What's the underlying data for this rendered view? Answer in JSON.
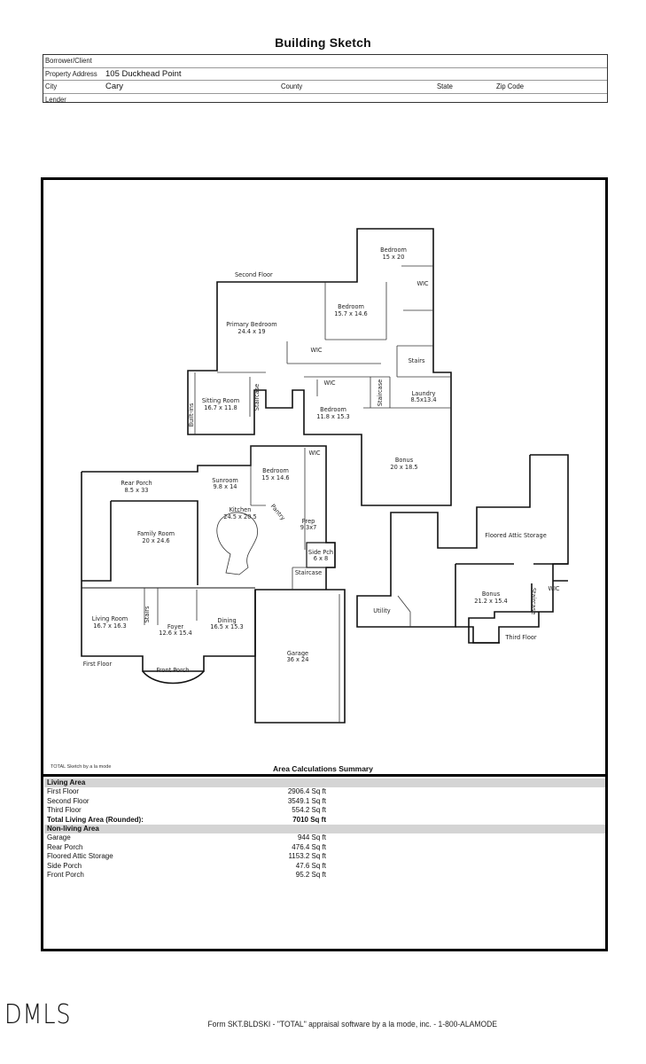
{
  "page": {
    "title": "Building Sketch"
  },
  "header": {
    "borrower_label": "Borrower/Client",
    "borrower_value": "",
    "address_label": "Property Address",
    "address_value": "105 Duckhead Point",
    "city_label": "City",
    "city_value": "Cary",
    "county_label": "County",
    "state_label": "State",
    "zip_label": "Zip Code",
    "lender_label": "Lender"
  },
  "sketch": {
    "floor_labels": {
      "first": "First Floor",
      "second": "Second Floor",
      "third": "Third Floor"
    },
    "rooms": {
      "bedroom_ne": [
        "Bedroom",
        "15 x 20"
      ],
      "wic_ne": [
        "WIC"
      ],
      "bedroom_mid": [
        "Bedroom",
        "15.7 x 14.6"
      ],
      "primary_bedroom": [
        "Primary Bedroom",
        "24.4 x 19"
      ],
      "wic_primary": [
        "WIC"
      ],
      "stairs_2f": [
        "Stairs"
      ],
      "wic_2f": [
        "WIC"
      ],
      "staircase_2f_a": [
        "Staircase"
      ],
      "staircase_2f_b": [
        "Staircase"
      ],
      "laundry": [
        "Laundry",
        "8.5x13.4"
      ],
      "sitting_room": [
        "Sitting Room",
        "16.7 x 11.8"
      ],
      "built_ins": [
        "Built-ins"
      ],
      "bedroom_2f": [
        "Bedroom",
        "11.8 x 15.3"
      ],
      "bonus_2f": [
        "Bonus",
        "20 x 18.5"
      ],
      "rear_porch": [
        "Rear Porch",
        "8.5 x 33"
      ],
      "sunroom": [
        "Sunroom",
        "9.8 x 14"
      ],
      "bedroom_1f": [
        "Bedroom",
        "15 x 14.6"
      ],
      "wic_1f": [
        "WIC"
      ],
      "kitchen": [
        "Kitchen",
        "24.5 x 20.5"
      ],
      "pantry": [
        "Pantry"
      ],
      "prep": [
        "Prep",
        "9.3x7"
      ],
      "family_room": [
        "Family Room",
        "20 x 24.6"
      ],
      "side_porch": [
        "Side Pch",
        "6 x 8"
      ],
      "staircase_1f": [
        "Staircase"
      ],
      "living_room": [
        "Living Room",
        "16.7 x 16.3"
      ],
      "stairs_1f": [
        "Stairs"
      ],
      "foyer": [
        "Foyer",
        "12.6 x 15.4"
      ],
      "dining": [
        "Dining",
        "16.5 x 15.3"
      ],
      "front_porch": [
        "Front Porch"
      ],
      "garage": [
        "Garage",
        "36 x 24"
      ],
      "floored_attic": [
        "Floored Attic Storage"
      ],
      "utility": [
        "Utility"
      ],
      "bonus_3f": [
        "Bonus",
        "21.2 x 15.4"
      ],
      "staircase_3f": [
        "Staircase"
      ],
      "wic_3f": [
        "WIC"
      ]
    }
  },
  "summary": {
    "credit": "TOTAL Sketch by a la mode",
    "title": "Area Calculations Summary",
    "living_header": "Living Area",
    "living": [
      {
        "label": "First Floor",
        "value": "2906.4 Sq ft"
      },
      {
        "label": "Second Floor",
        "value": "3549.1 Sq ft"
      },
      {
        "label": "Third Floor",
        "value": "554.2 Sq ft"
      }
    ],
    "total_label": "Total Living Area (Rounded):",
    "total_value": "7010 Sq ft",
    "nonliving_header": "Non-living Area",
    "nonliving": [
      {
        "label": "Garage",
        "value": "944 Sq ft"
      },
      {
        "label": "Rear Porch",
        "value": "476.4 Sq ft"
      },
      {
        "label": "Floored Attic Storage",
        "value": "1153.2 Sq ft"
      },
      {
        "label": "Side Porch",
        "value": "47.6 Sq ft"
      },
      {
        "label": "Front Porch",
        "value": "95.2 Sq ft"
      }
    ]
  },
  "footer": {
    "logo": "DMLS",
    "form_text": "Form SKT.BLDSKI - \"TOTAL\" appraisal software by a la mode, inc. - 1-800-ALAMODE"
  }
}
